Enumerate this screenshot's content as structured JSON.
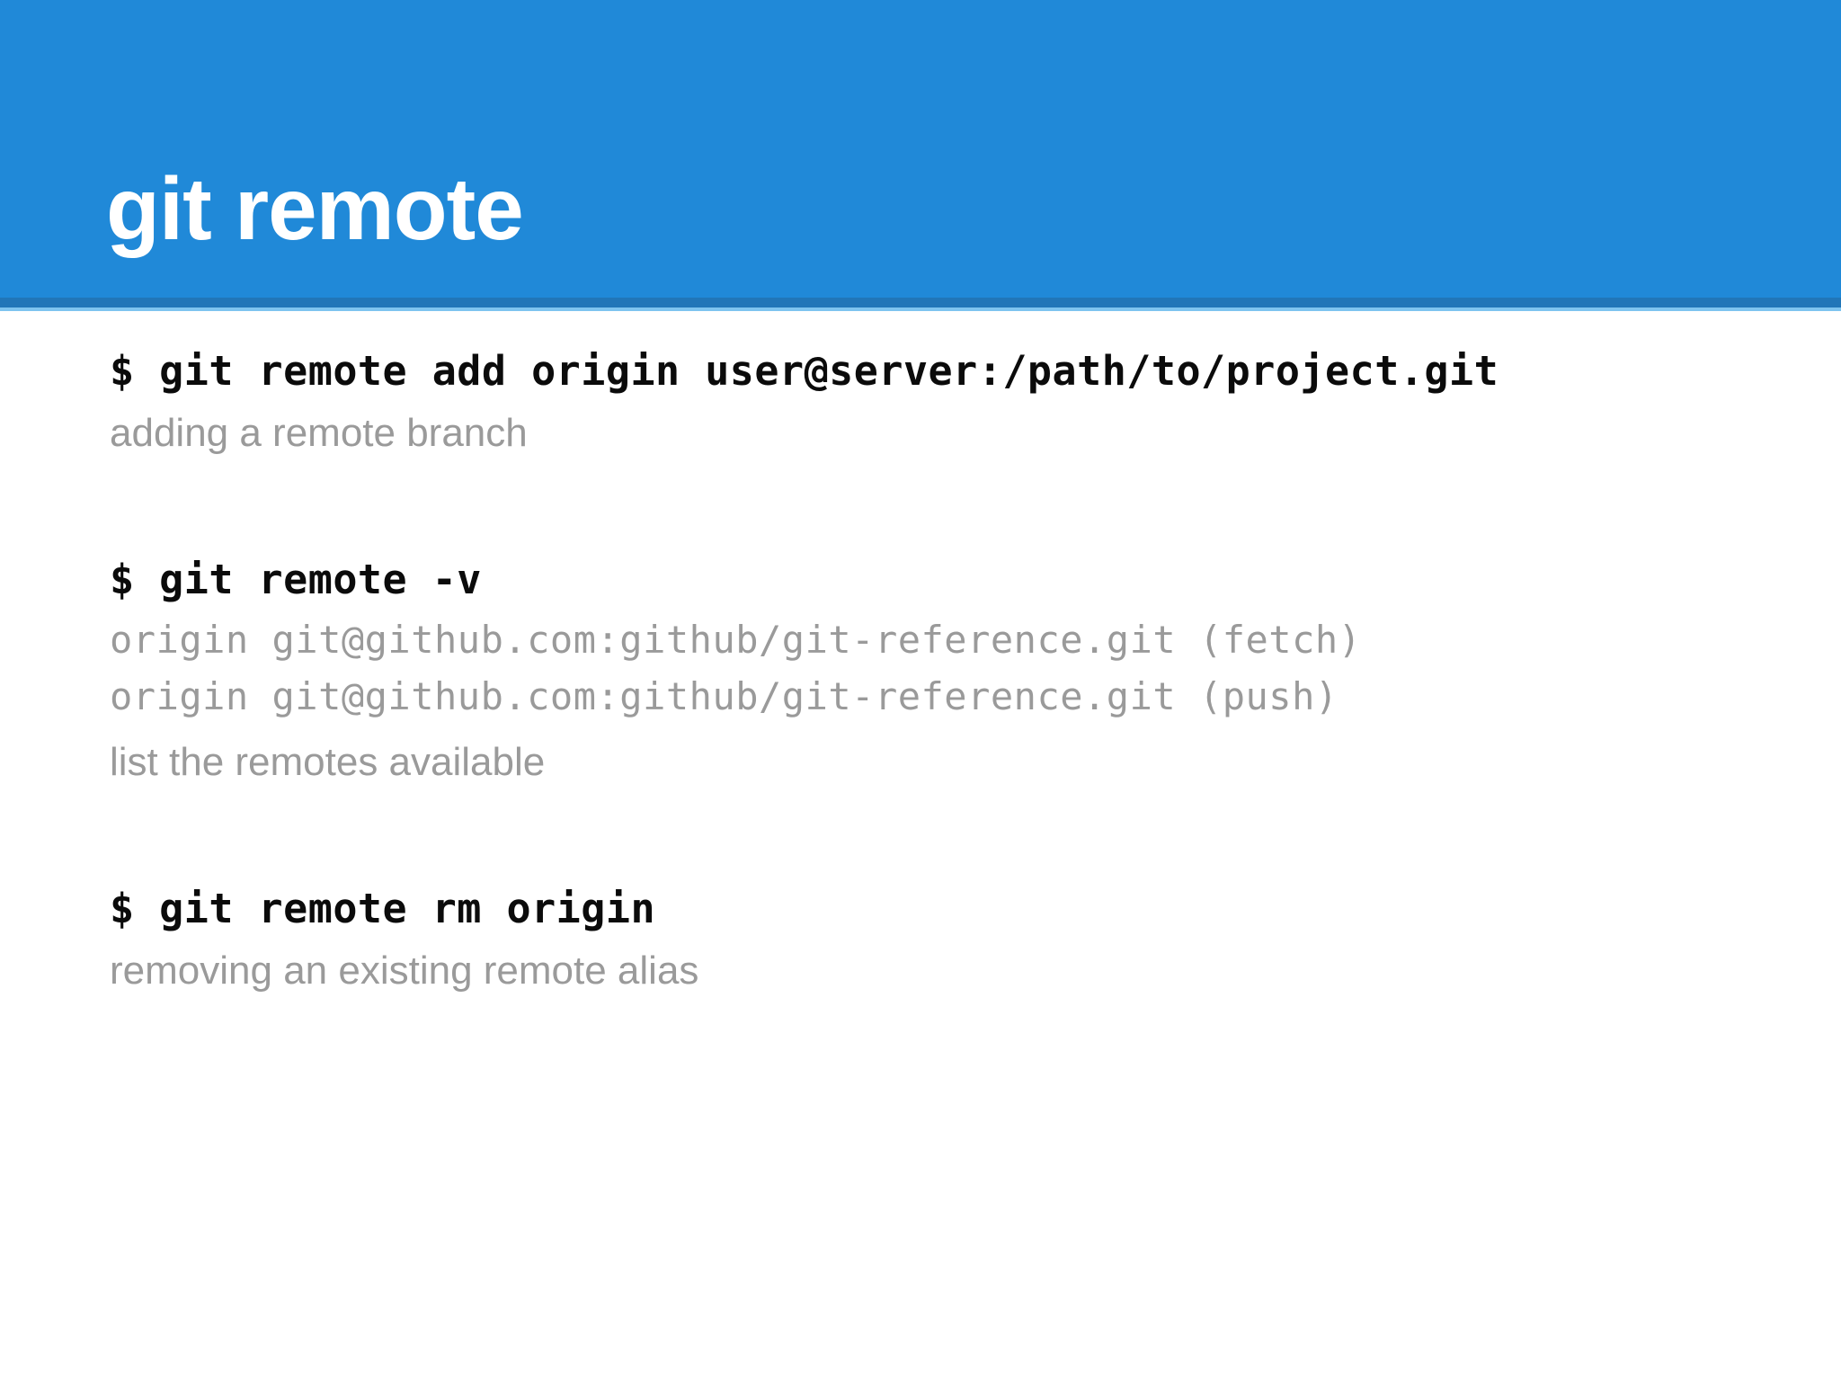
{
  "slide": {
    "title": "git remote",
    "accent_color": "#2089d8",
    "accent_shadow_color": "#2176b8",
    "accent_highlight_color": "#7ec4ef",
    "command_color": "#0b0b0b",
    "muted_color": "#9a9a9a",
    "background_color": "#ffffff"
  },
  "blocks": [
    {
      "command": "$ git remote add origin user@server:/path/to/project.git",
      "output": [],
      "caption": "adding a remote branch"
    },
    {
      "command": "$ git remote -v",
      "output": [
        "origin git@github.com:github/git-reference.git (fetch)",
        "origin git@github.com:github/git-reference.git (push)"
      ],
      "caption": "list the remotes available"
    },
    {
      "command": "$ git remote rm origin",
      "output": [],
      "caption": "removing an existing remote alias"
    }
  ]
}
